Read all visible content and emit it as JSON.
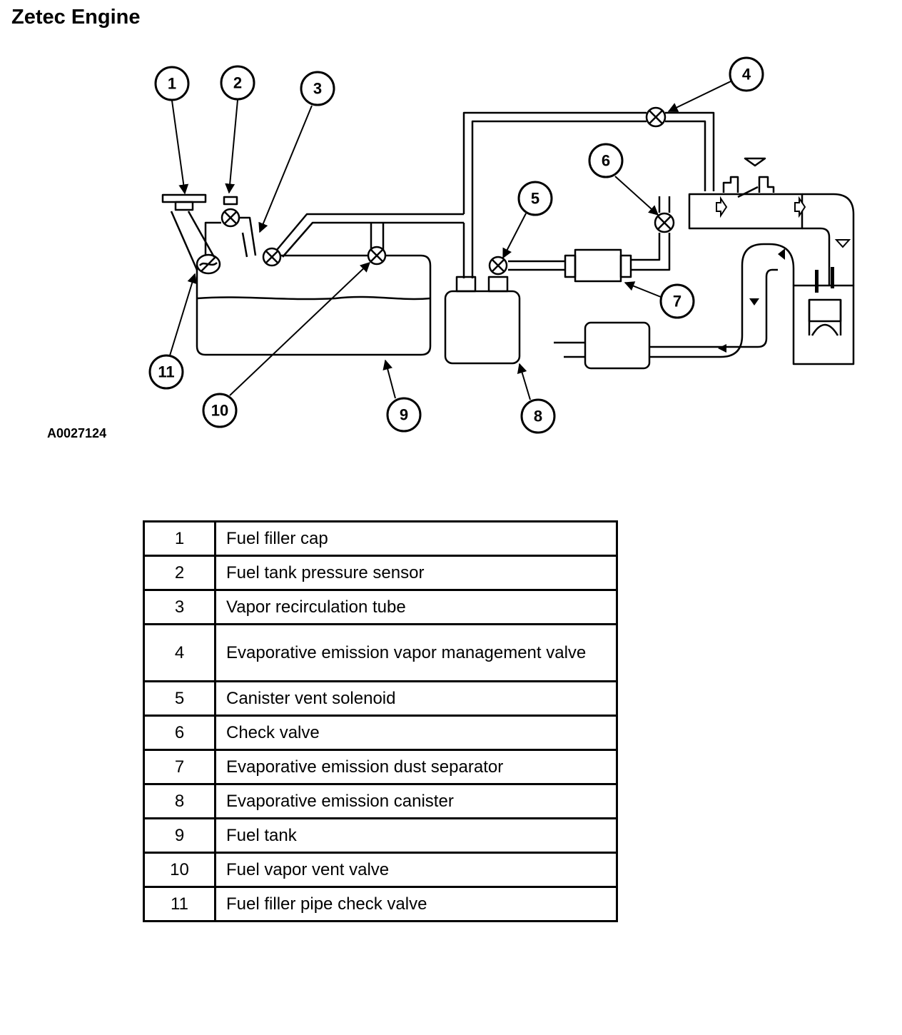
{
  "title": "Zetec Engine",
  "figure_id": "A0027124",
  "callouts": [
    "1",
    "2",
    "3",
    "4",
    "5",
    "6",
    "7",
    "8",
    "9",
    "10",
    "11"
  ],
  "legend": [
    {
      "num": "1",
      "label": "Fuel filler cap"
    },
    {
      "num": "2",
      "label": "Fuel tank pressure sensor"
    },
    {
      "num": "3",
      "label": "Vapor recirculation tube"
    },
    {
      "num": "4",
      "label": "Evaporative emission vapor management valve"
    },
    {
      "num": "5",
      "label": "Canister vent solenoid"
    },
    {
      "num": "6",
      "label": "Check valve"
    },
    {
      "num": "7",
      "label": "Evaporative emission dust separator"
    },
    {
      "num": "8",
      "label": "Evaporative emission canister"
    },
    {
      "num": "9",
      "label": "Fuel tank"
    },
    {
      "num": "10",
      "label": "Fuel vapor vent valve"
    },
    {
      "num": "11",
      "label": "Fuel filler pipe check valve"
    }
  ]
}
